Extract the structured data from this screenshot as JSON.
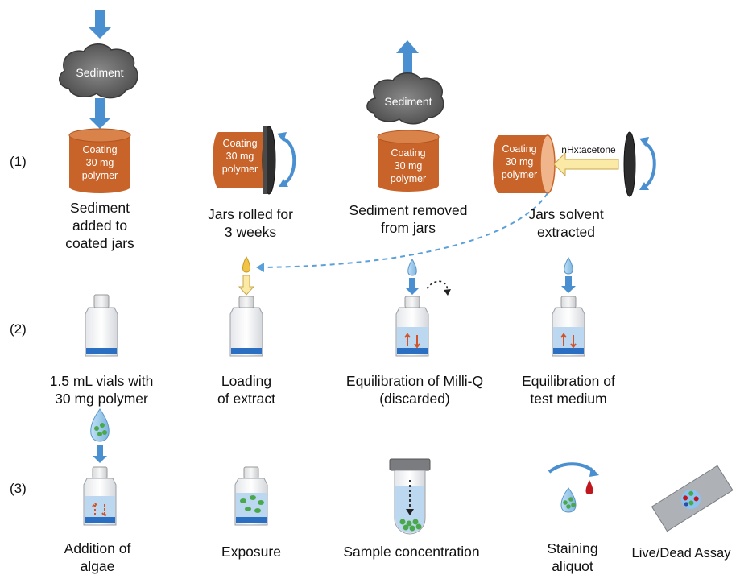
{
  "rows": {
    "r1": "(1)",
    "r2": "(2)",
    "r3": "(3)"
  },
  "labels": {
    "sediment": "Sediment",
    "coating_l1": "Coating",
    "coating_l2": "30 mg",
    "coating_l3": "polymer",
    "solvent": "nHx:acetone"
  },
  "captions": {
    "s1_l1": "Sediment",
    "s1_l2": "added to",
    "s1_l3": "coated jars",
    "s2_l1": "Jars rolled for",
    "s2_l2": "3 weeks",
    "s3_l1": "Sediment removed",
    "s3_l2": "from jars",
    "s4_l1": "Jars solvent",
    "s4_l2": "extracted",
    "v1_l1": "1.5 mL vials with",
    "v1_l2": "30 mg polymer",
    "v2_l1": "Loading",
    "v2_l2": "of extract",
    "v3_l1": "Equilibration of Milli-Q",
    "v3_l2": "(discarded)",
    "v4_l1": "Equilibration of",
    "v4_l2": "test medium",
    "a1_l1": "Addition of",
    "a1_l2": "algae",
    "a2": "Exposure",
    "a3": "Sample concentration",
    "a4_l1": "Staining",
    "a4_l2": "aliquot",
    "a5": "Live/Dead Assay"
  },
  "colors": {
    "arrow_blue": "#4a8fd0",
    "jar_orange": "#c8642a",
    "jar_top": "#d9834a",
    "water_blue": "#2b6fc2",
    "solvent_yellow": "#fbe9a6",
    "dashed_line": "#5aa0db"
  }
}
